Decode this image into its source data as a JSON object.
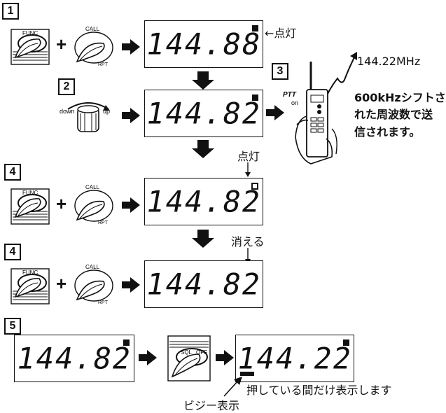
{
  "steps": {
    "s1": "1",
    "s2": "2",
    "s3": "3",
    "s4a": "4",
    "s4b": "4",
    "s5": "5"
  },
  "buttons": {
    "func": "FUNC",
    "call": "CALL",
    "rpt": "RPT",
    "down": "down",
    "up": "up",
    "ptt": "PTT",
    "on": "on",
    "sql": "SQL",
    "off": "OFF"
  },
  "displays": {
    "d1": "144.88",
    "d2": "144.82",
    "d3": "144.82",
    "d4": "144.82",
    "d5a": "144.82",
    "d5b": "144.22"
  },
  "annotations": {
    "tento_top": "←点灯",
    "tento_mid": "点灯",
    "kieru": "消える",
    "tx_freq": "144.22MHz",
    "shift_line1": "600kHzシフトさ",
    "shift_line2": "れた周波数で送",
    "shift_line3": "信されます。",
    "press_note": "押している間だけ表示します",
    "busy": "ビジー表示"
  },
  "plus": "+"
}
